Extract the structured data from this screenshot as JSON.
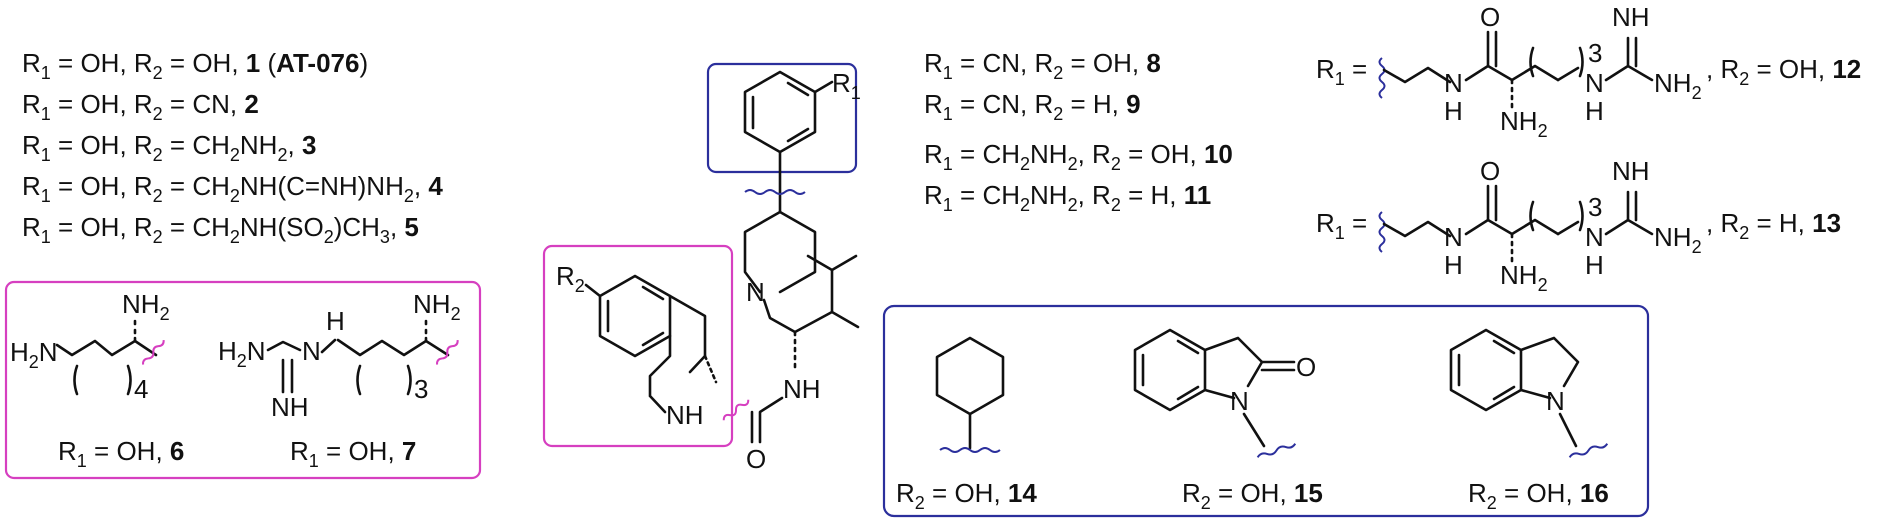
{
  "colors": {
    "pink": "#d63fc0",
    "blue": "#2b2f9c",
    "ink": "#111111"
  },
  "left_list": [
    {
      "r1": "OH",
      "r2": "OH",
      "num": "1",
      "extra_open": " (",
      "extra": "AT-076",
      "extra_close": ")"
    },
    {
      "r1": "OH",
      "r2": "CN",
      "num": "2"
    },
    {
      "r1": "OH",
      "r2_main": "CH",
      "r2_sub": "2",
      "r2_tail": "NH",
      "r2_sub2": "2",
      "num": "3"
    },
    {
      "r1": "OH",
      "r2_main": "CH",
      "r2_sub": "2",
      "r2_tail": "NH(C=NH)NH",
      "r2_sub2": "2",
      "num": "4"
    },
    {
      "r1": "OH",
      "r2_main": "CH",
      "r2_sub": "2",
      "r2_tail": "NH(SO",
      "r2_sub2": "2",
      "r2_end": ")CH",
      "r2_sub3": "3",
      "num": "5"
    }
  ],
  "pink_box": {
    "label6": "6",
    "label7": "7",
    "r1_val": "OH",
    "count4": "4",
    "count3": "3"
  },
  "middle_list": [
    {
      "r1": "CN",
      "r2": "OH",
      "num": "8"
    },
    {
      "r1": "CN",
      "r2": "H",
      "num": "9"
    },
    {
      "r1_main": "CH",
      "r1_sub": "2",
      "r1_tail": "NH",
      "r1_sub2": "2",
      "r2": "OH",
      "num": "10"
    },
    {
      "r1_main": "CH",
      "r1_sub": "2",
      "r1_tail": "NH",
      "r1_sub2": "2",
      "r2": "H",
      "num": "11"
    }
  ],
  "right_side": {
    "num12": "12",
    "num13": "13",
    "r2_12": "OH",
    "r2_13": "H",
    "count": "3"
  },
  "blue_box": {
    "n14": "14",
    "n15": "15",
    "n16": "16",
    "r2_val": "OH"
  },
  "atoms": {
    "N": "N",
    "H": "H",
    "O": "O",
    "NH": "NH",
    "R": "R"
  }
}
